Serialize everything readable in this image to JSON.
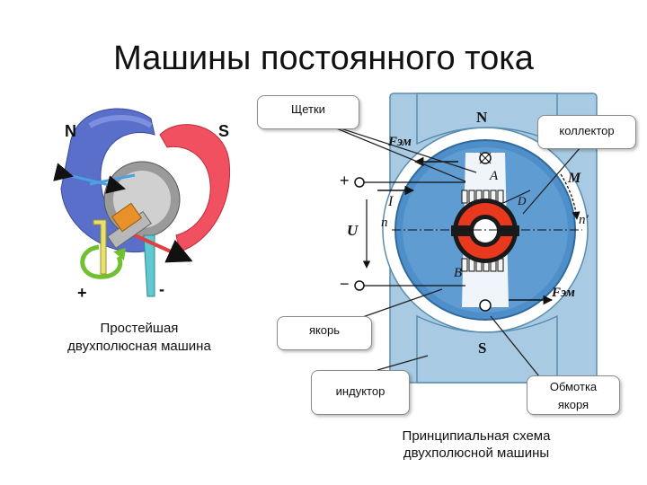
{
  "title": "Машины постоянного тока",
  "colors": {
    "stator": "#a8cbe3",
    "rotor": "#4f8fc9",
    "collector_red": "#e8391e",
    "pole_blue": "#5a6fc9",
    "pole_red": "#f05060"
  },
  "left_figure": {
    "pole_n": "N",
    "pole_s": "S",
    "plus": "+",
    "minus": "-",
    "caption_line1": "Простейшая",
    "caption_line2": "двухполюсная машина"
  },
  "right_figure": {
    "pole_n": "N",
    "pole_s": "S",
    "f_em_top": "Fэм",
    "f_em_bottom": "Fэм",
    "plus": "+",
    "minus": "−",
    "current": "I",
    "voltage": "U",
    "n": "n",
    "n_prime": "n′",
    "point_a": "A",
    "point_b": "B",
    "torque": "M",
    "d": "D",
    "caption_line1": "Принципиальная схема",
    "caption_line2": "двухполюсной машины"
  },
  "callouts": {
    "brushes": "Щетки",
    "collector": "коллектор",
    "armature": "якорь",
    "inductor": "индуктор",
    "winding_line1": "Обмотка",
    "winding_line2": "якоря"
  }
}
